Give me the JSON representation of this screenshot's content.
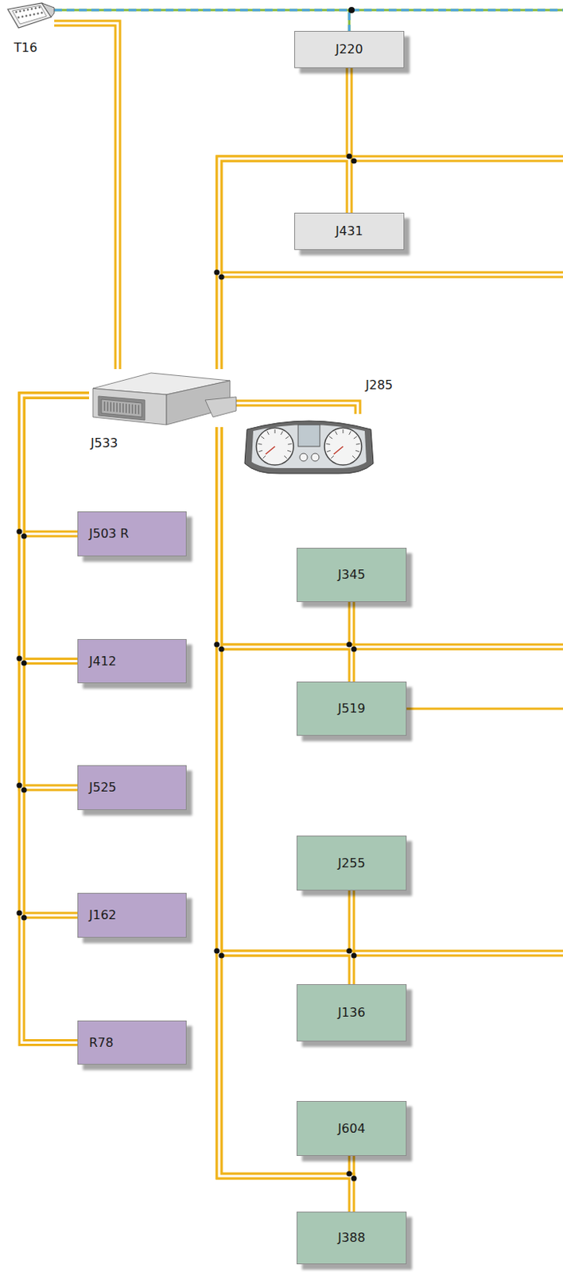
{
  "diagram": {
    "nodes": [
      {
        "text": [
          "T16"
        ]
      },
      {
        "text": [
          "J220"
        ]
      },
      {
        "text": [
          "J431"
        ]
      },
      {
        "text": [
          "J533"
        ]
      },
      {
        "text": [
          "J285"
        ]
      },
      {
        "text": [
          "J503 R"
        ]
      },
      {
        "text": [
          "J345"
        ]
      },
      {
        "text": [
          "J412"
        ]
      },
      {
        "text": [
          "J519"
        ]
      },
      {
        "text": [
          "J525"
        ]
      },
      {
        "text": [
          "J255"
        ]
      },
      {
        "text": [
          "J162"
        ]
      },
      {
        "text": [
          "J136"
        ]
      },
      {
        "text": [
          "R78"
        ]
      },
      {
        "text": [
          "J604"
        ]
      },
      {
        "text": [
          "J388"
        ]
      }
    ],
    "edges": [
      {
        "from": 0,
        "to": 1,
        "arrow": "none"
      },
      {
        "from": 0,
        "to": 3,
        "arrow": "none"
      },
      {
        "from": 3,
        "to": 1,
        "arrow": "none"
      },
      {
        "from": 3,
        "to": 2,
        "arrow": "none"
      },
      {
        "from": 3,
        "to": 4,
        "arrow": "none"
      },
      {
        "from": 3,
        "to": 5,
        "arrow": "none"
      },
      {
        "from": 3,
        "to": 7,
        "arrow": "none"
      },
      {
        "from": 3,
        "to": 9,
        "arrow": "none"
      },
      {
        "from": 3,
        "to": 11,
        "arrow": "none"
      },
      {
        "from": 3,
        "to": 13,
        "arrow": "none"
      },
      {
        "from": 3,
        "to": 6,
        "arrow": "none"
      },
      {
        "from": 3,
        "to": 8,
        "arrow": "none"
      },
      {
        "from": 3,
        "to": 10,
        "arrow": "none"
      },
      {
        "from": 3,
        "to": 12,
        "arrow": "none"
      },
      {
        "from": 3,
        "to": 14,
        "arrow": "none"
      },
      {
        "from": 3,
        "to": 15,
        "arrow": "none"
      }
    ]
  }
}
